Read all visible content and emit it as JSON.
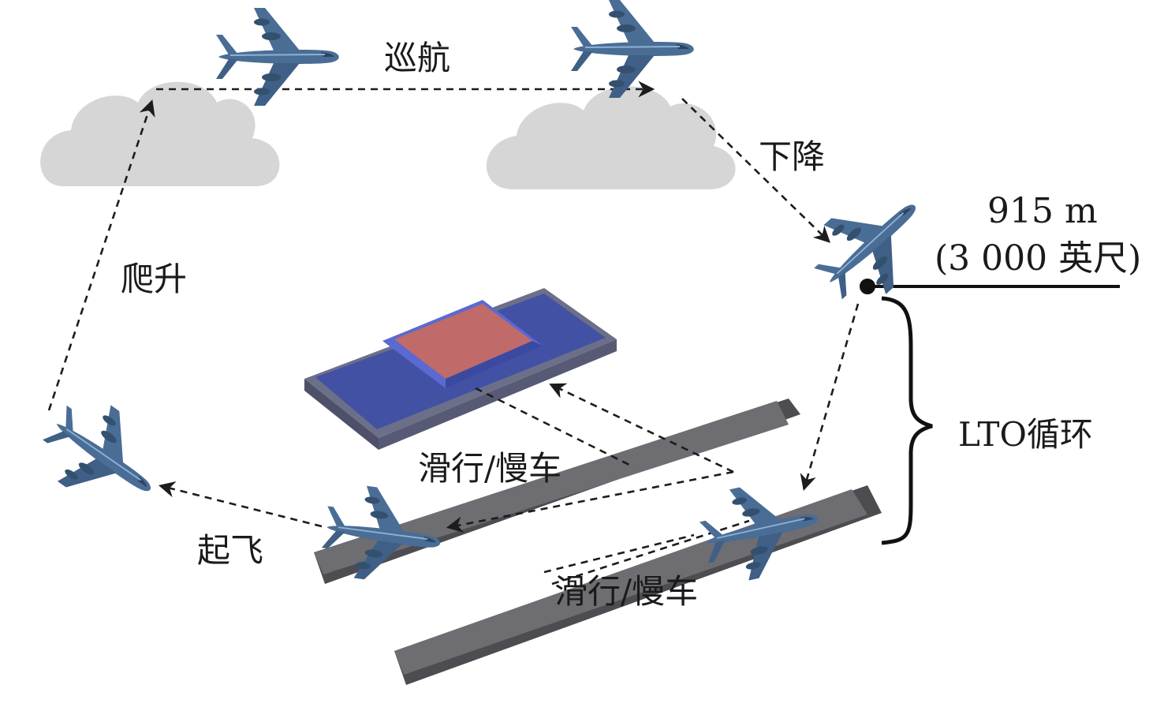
{
  "labels": {
    "cruise": "巡航",
    "descent": "下降",
    "climb": "爬升",
    "takeoff": "起飞",
    "taxi_upper": "滑行/慢车",
    "taxi_lower": "滑行/慢车",
    "lto_cycle": "LTO循环",
    "altitude_m": "915 m",
    "altitude_ft": "(3 000 英尺)"
  },
  "colors": {
    "aircraft": "#4a6d95",
    "aircraft_dark": "#34506f",
    "cloud": "#d6d6d6",
    "runway": "#6d6d72",
    "terminal": "#3f4ea8",
    "terminal_roof": "#c06a6a",
    "path": "#1c1c1c"
  }
}
